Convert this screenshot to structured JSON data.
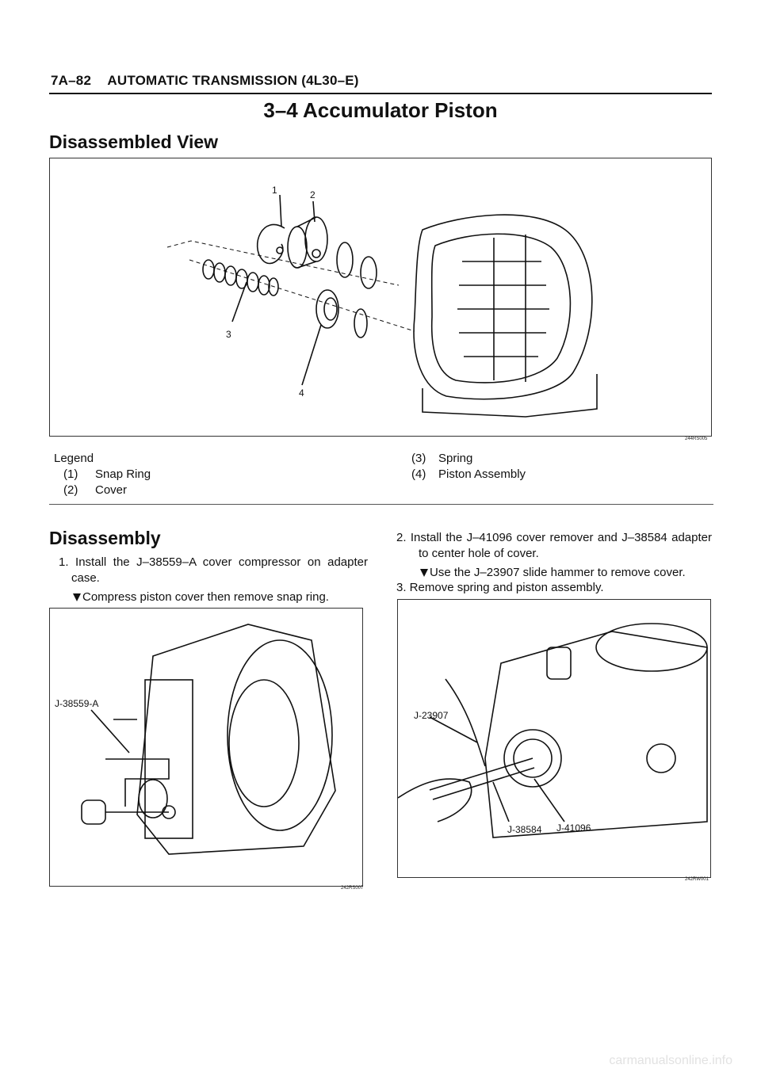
{
  "header": {
    "page_number": "7A–82",
    "section": "AUTOMATIC TRANSMISSION (4L30–E)"
  },
  "title": "3–4 Accumulator Piston",
  "disassembled_view": {
    "heading": "Disassembled View",
    "figure_id": "244RS005",
    "callouts": [
      "1",
      "2",
      "3",
      "4"
    ]
  },
  "legend": {
    "title": "Legend",
    "items": [
      {
        "num": "(1)",
        "label": "Snap Ring"
      },
      {
        "num": "(2)",
        "label": "Cover"
      },
      {
        "num": "(3)",
        "label": "Spring"
      },
      {
        "num": "(4)",
        "label": "Piston Assembly"
      }
    ]
  },
  "disassembly": {
    "heading": "Disassembly",
    "steps": [
      {
        "text": "1. Install the J–38559–A cover compressor on adapter case.",
        "sub": "Compress piston cover then remove snap ring."
      },
      {
        "text": "2. Install the J–41096 cover remover and J–38584 adapter to center hole of cover.",
        "sub": "Use the J–23907 slide hammer to remove cover."
      },
      {
        "text": "3. Remove spring and piston assembly.",
        "sub": ""
      }
    ],
    "figure_left": {
      "id": "242RS007",
      "tool_label": "J-38559-A"
    },
    "figure_right": {
      "id": "242RW001",
      "tool_labels": [
        "J-23907",
        "J-38584",
        "J-41096"
      ]
    }
  },
  "watermark": "carmanualsonline.info"
}
